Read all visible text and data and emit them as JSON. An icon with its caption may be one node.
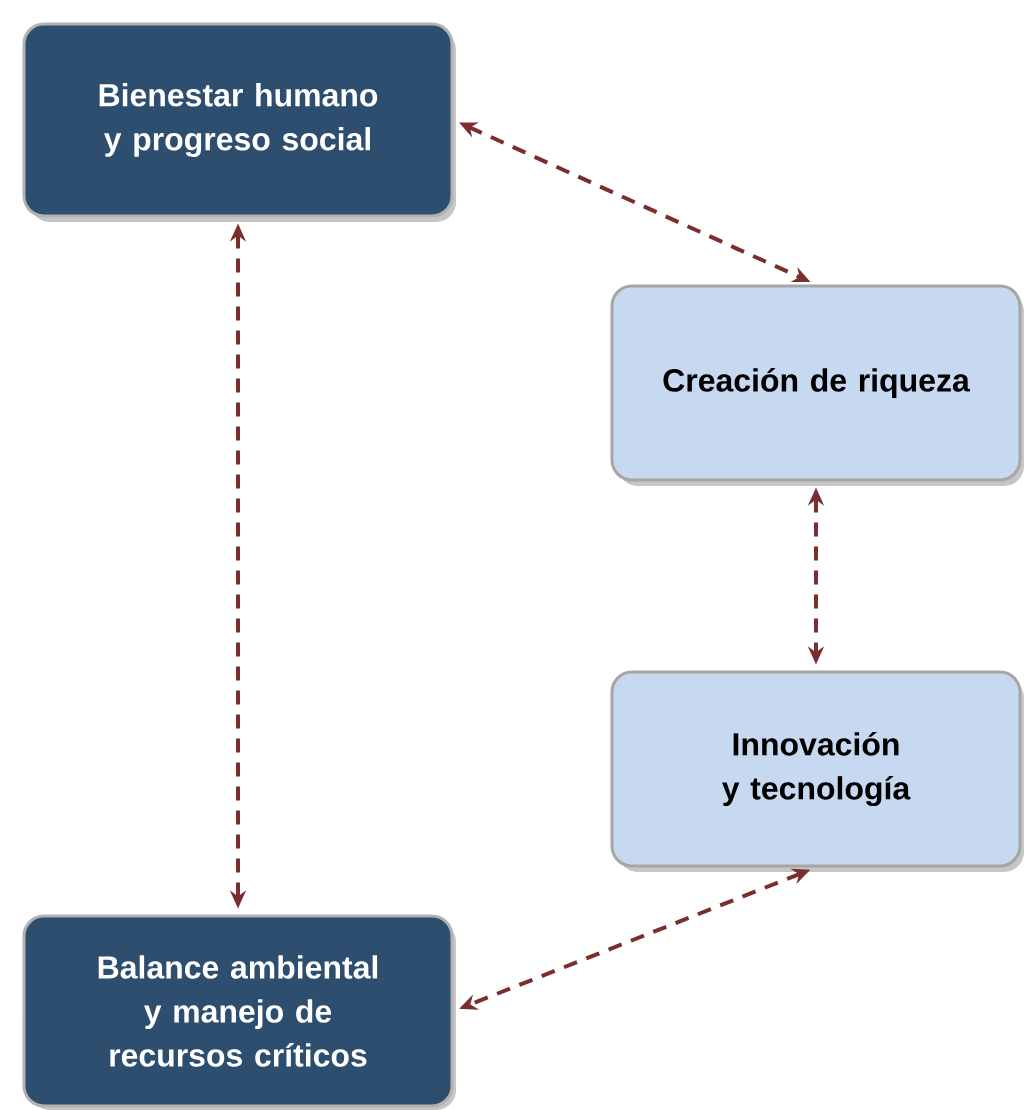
{
  "diagram": {
    "nodes": [
      {
        "text": [
          "Bienestar humano y progreso social"
        ]
      },
      {
        "text": [
          "Creación de riqueza"
        ]
      },
      {
        "text": [
          "Innovación y tecnología"
        ]
      },
      {
        "text": [
          "Balance ambiental y manejo de recursos críticos"
        ]
      }
    ],
    "edges": [
      {
        "from": 0,
        "to": 1,
        "arrow": "both",
        "style": "dashed"
      },
      {
        "from": 1,
        "to": 2,
        "arrow": "both",
        "style": "dashed"
      },
      {
        "from": 2,
        "to": 3,
        "arrow": "both",
        "style": "dashed"
      },
      {
        "from": 0,
        "to": 3,
        "arrow": "both",
        "style": "dashed"
      }
    ]
  }
}
